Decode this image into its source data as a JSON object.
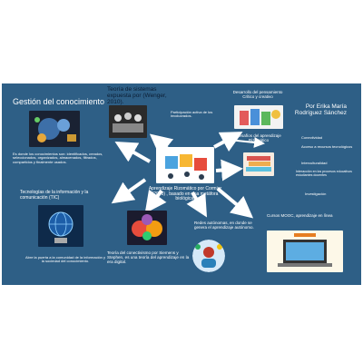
{
  "board": {
    "title": "Gestión del conocimiento",
    "author": "Por Erika María Rodríguez Sánchez",
    "nodes": {
      "gestion_desc": "Es donde los conocimientos son: identificados, creados, seleccionados, organizados, almacenados, filtrados, compartidos y finalmente usados.",
      "sistemas_title": "Teoría de sistemas expuesta por (Wenger, 2010).",
      "sistemas_desc": "Participación activa de los involucrados.",
      "pensamiento": "Desarrollo del pensamiento Crítico y creativo",
      "desafios": "Desafíos del aprendizaje Rizomático",
      "rizomatico": "Aprendizaje Rizomático por Cormier (2008) , basado en una metáfora biológica.",
      "tic_title": "Tecnologías de la información y la comunicación (TIC)",
      "tic_desc": "Abre la puerta a la comunidad de la información y la sociedad del conocimiento.",
      "conectivismo": "Teoría del conectivismo por Siemens y Stephen, es una teoría del aprendizaje en la era digital.",
      "redes": "Redes autónomas, en donde se genera el aprendizaje autónomo.",
      "mooc": "Cursos MOOC, aprendizaje en línea"
    },
    "challenges": [
      "Conectividad",
      "Acceso a recursos tecnológicos",
      "Interculturalidad",
      "Interacción en los procesos educativos estudiantes docentes",
      "Investigación"
    ]
  },
  "colors": {
    "background": "#2e5f86",
    "text": "#ffffff"
  },
  "icons": [
    "head-gears-icon",
    "group-meeting-icon",
    "puzzle-people-icon",
    "books-icon",
    "book-stack-icon",
    "globe-network-icon",
    "brain-head-icon",
    "avatar-network-icon",
    "laptop-icon",
    "checklist-icon"
  ]
}
